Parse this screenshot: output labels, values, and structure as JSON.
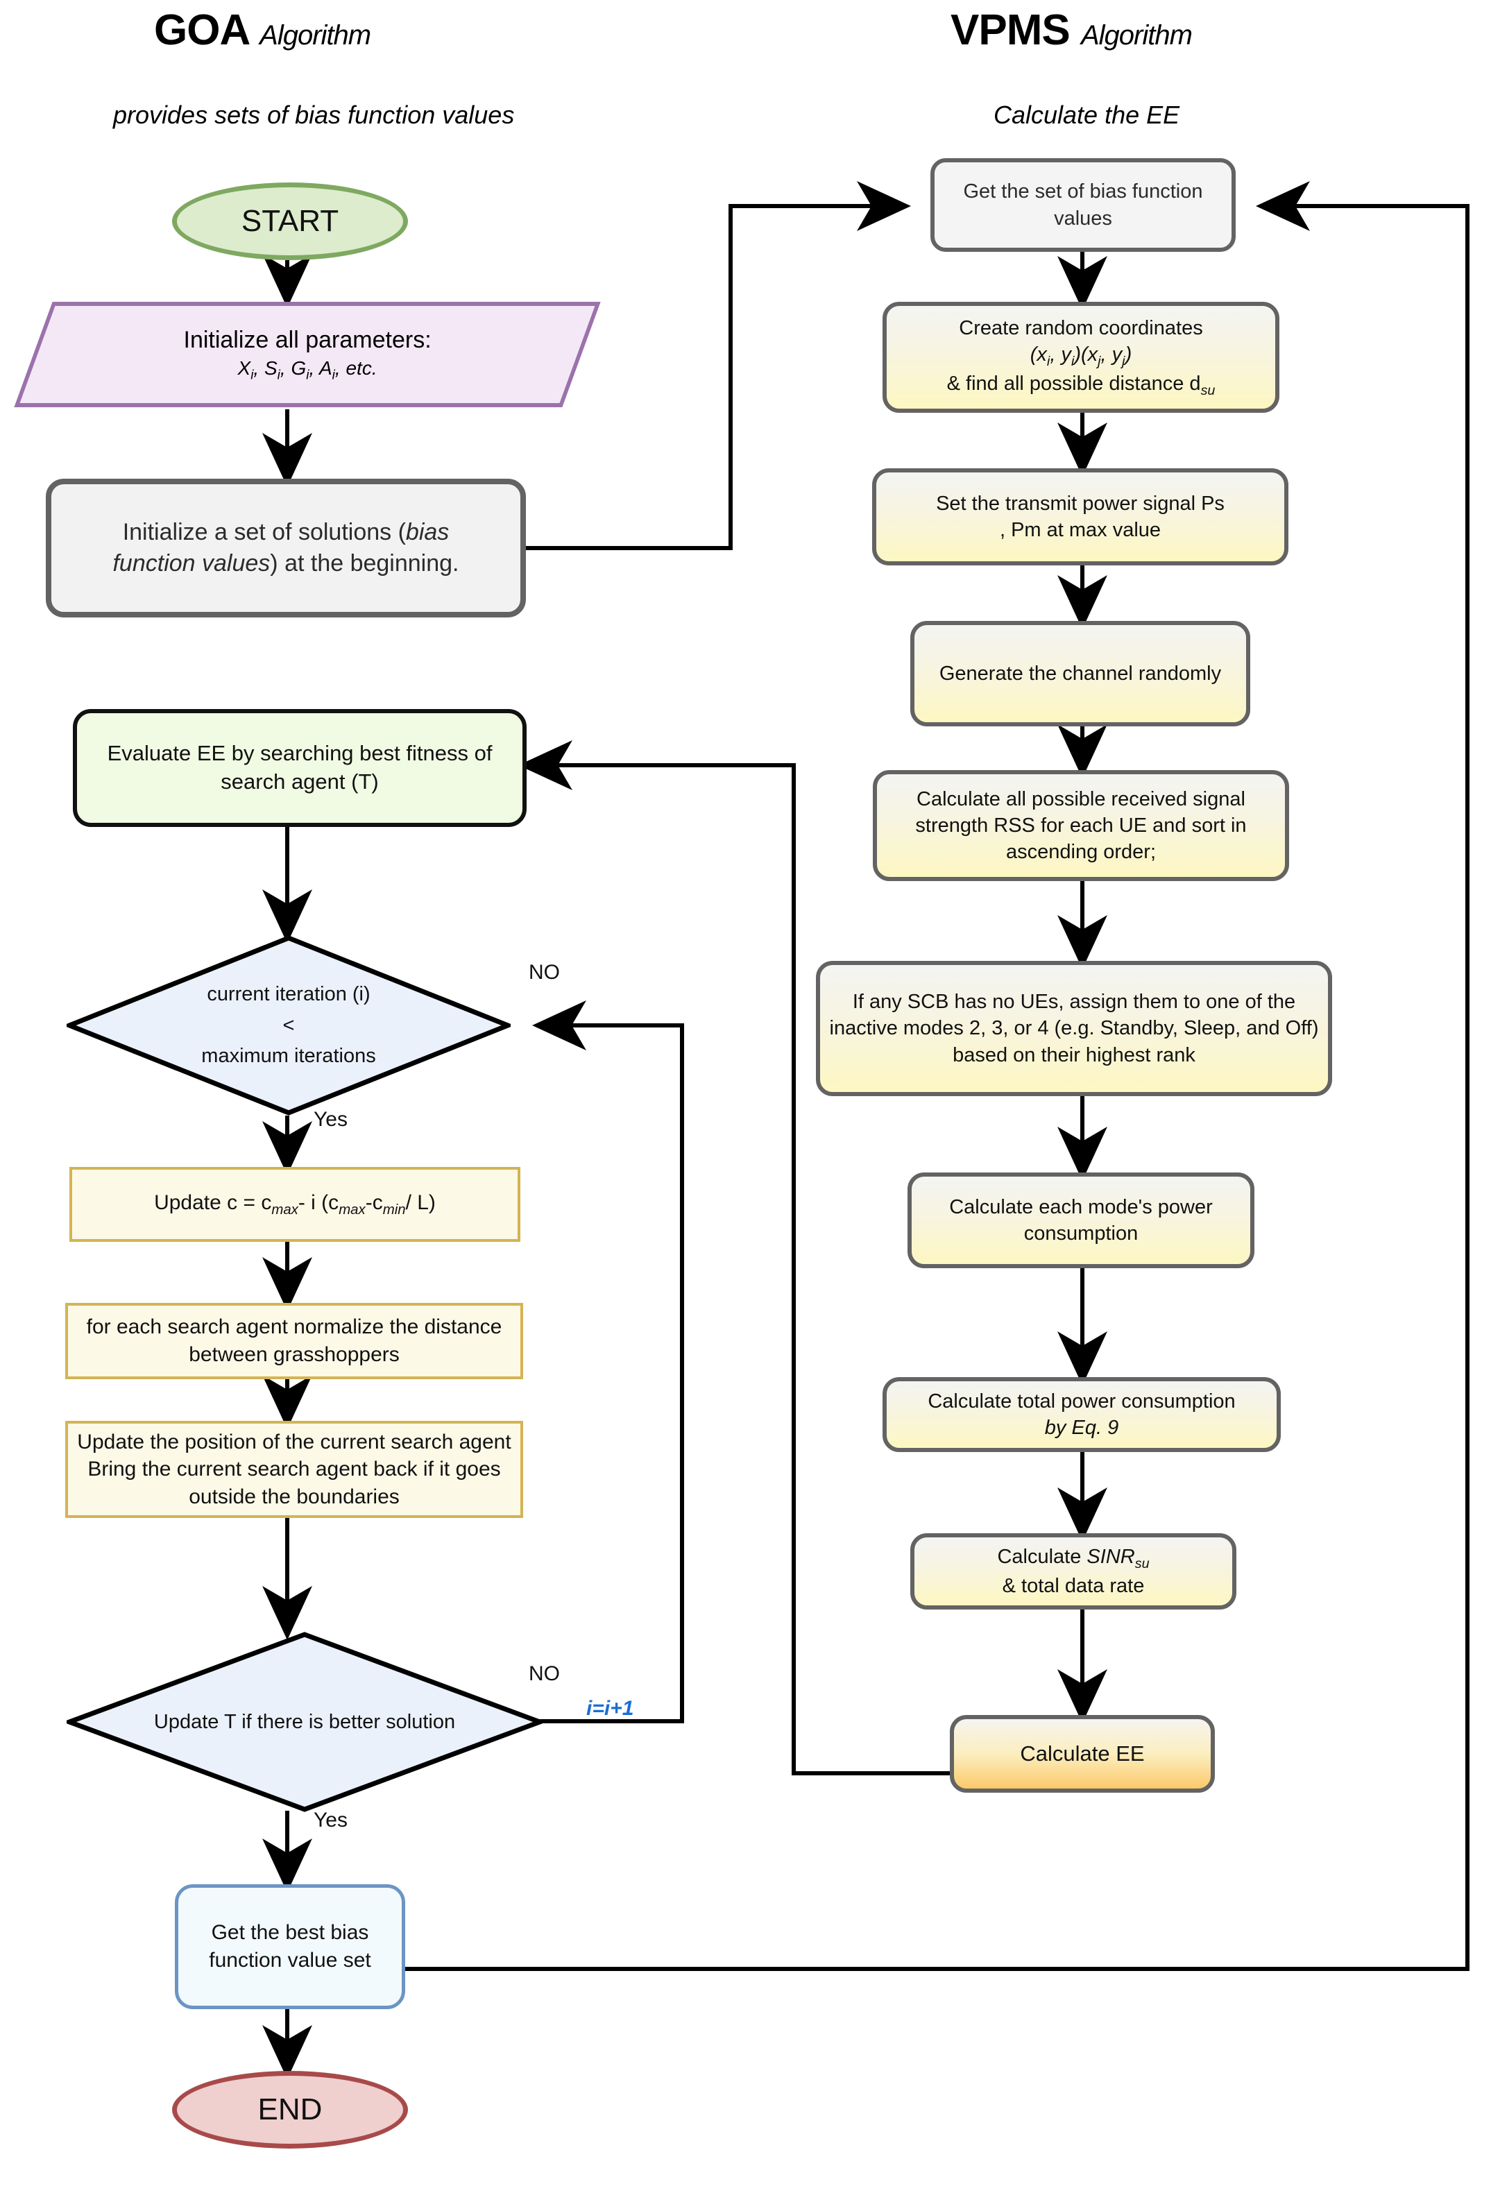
{
  "headings": {
    "left_title_bold": "GOA",
    "left_title_italic": "Algorithm",
    "left_caption": "provides sets of bias function values",
    "right_title_bold": "VPMS",
    "right_title_italic": "Algorithm",
    "right_caption": "Calculate the EE"
  },
  "colors": {
    "start_fill": "#ddeccd",
    "start_stroke": "#7fa860",
    "end_fill": "#f0cfcf",
    "end_stroke": "#a84a4a",
    "parallelogram_fill": "#f4e8f6",
    "parallelogram_stroke": "#9b72ab",
    "gray_fill": "#f2f2f2",
    "gray_stroke": "#636363",
    "yellow_fill": "#fdf7c2",
    "orange_fill": "#fcc96a",
    "green_fill": "#f1fae3",
    "blue_stroke": "#6b95c4",
    "diamond_fill": "#eaf1fb",
    "yellow_border": "#d3b453",
    "accent_blue_text": "#1a6fd4",
    "line": "#000000"
  },
  "goa_nodes": {
    "start": "START",
    "init_params_line1": "Initialize all parameters:",
    "init_params_line2": "Xi, Si, Gi, Ai, etc.",
    "init_solutions": "Initialize a set of solutions (bias function values) at the beginning.",
    "evaluate_ee": "Evaluate EE by searching best fitness of search agent (T)",
    "decision_iteration_l1": "current iteration (i)",
    "decision_iteration_l2": "<",
    "decision_iteration_l3": "maximum iterations",
    "update_c": "Update c = cmax- i (cmax-cmin/ L)",
    "normalize_distance": "for each search agent normalize the distance between grasshoppers",
    "update_position": "Update the position of the current search agent Bring the current search agent back if it goes outside the boundaries",
    "decision_update_t": "Update T if there is better solution",
    "get_best_bias": "Get the best bias function value set",
    "end": "END"
  },
  "vpms_nodes": {
    "get_bias_set": "Get the set of bias function values",
    "create_coords_l1": "Create random coordinates",
    "create_coords_l2": "(xi, yi)(xj, yj)",
    "create_coords_l3": "& find all possible distance dsu",
    "set_transmit_power": "Set the transmit power signal Ps , Pm at max value",
    "generate_channel": "Generate the channel randomly",
    "calc_rss": "Calculate all possible received signal strength RSS for each UE and sort in ascending order;",
    "scb_inactive_modes": "If any SCB has no UEs, assign them to one of the inactive modes 2, 3, or 4 (e.g. Standby, Sleep, and Off) based on their highest rank",
    "calc_mode_power": "Calculate each mode's power consumption",
    "calc_total_power_l1": "Calculate total power consumption",
    "calc_total_power_l2": "by Eq. 9",
    "calc_sinr_l1": "Calculate SINRsu",
    "calc_sinr_l2": "& total data rate",
    "calc_ee": "Calculate EE"
  },
  "edge_labels": {
    "iteration_no": "NO",
    "iteration_yes": "Yes",
    "update_t_no": "NO",
    "update_t_yes": "Yes",
    "increment": "i=i+1"
  }
}
